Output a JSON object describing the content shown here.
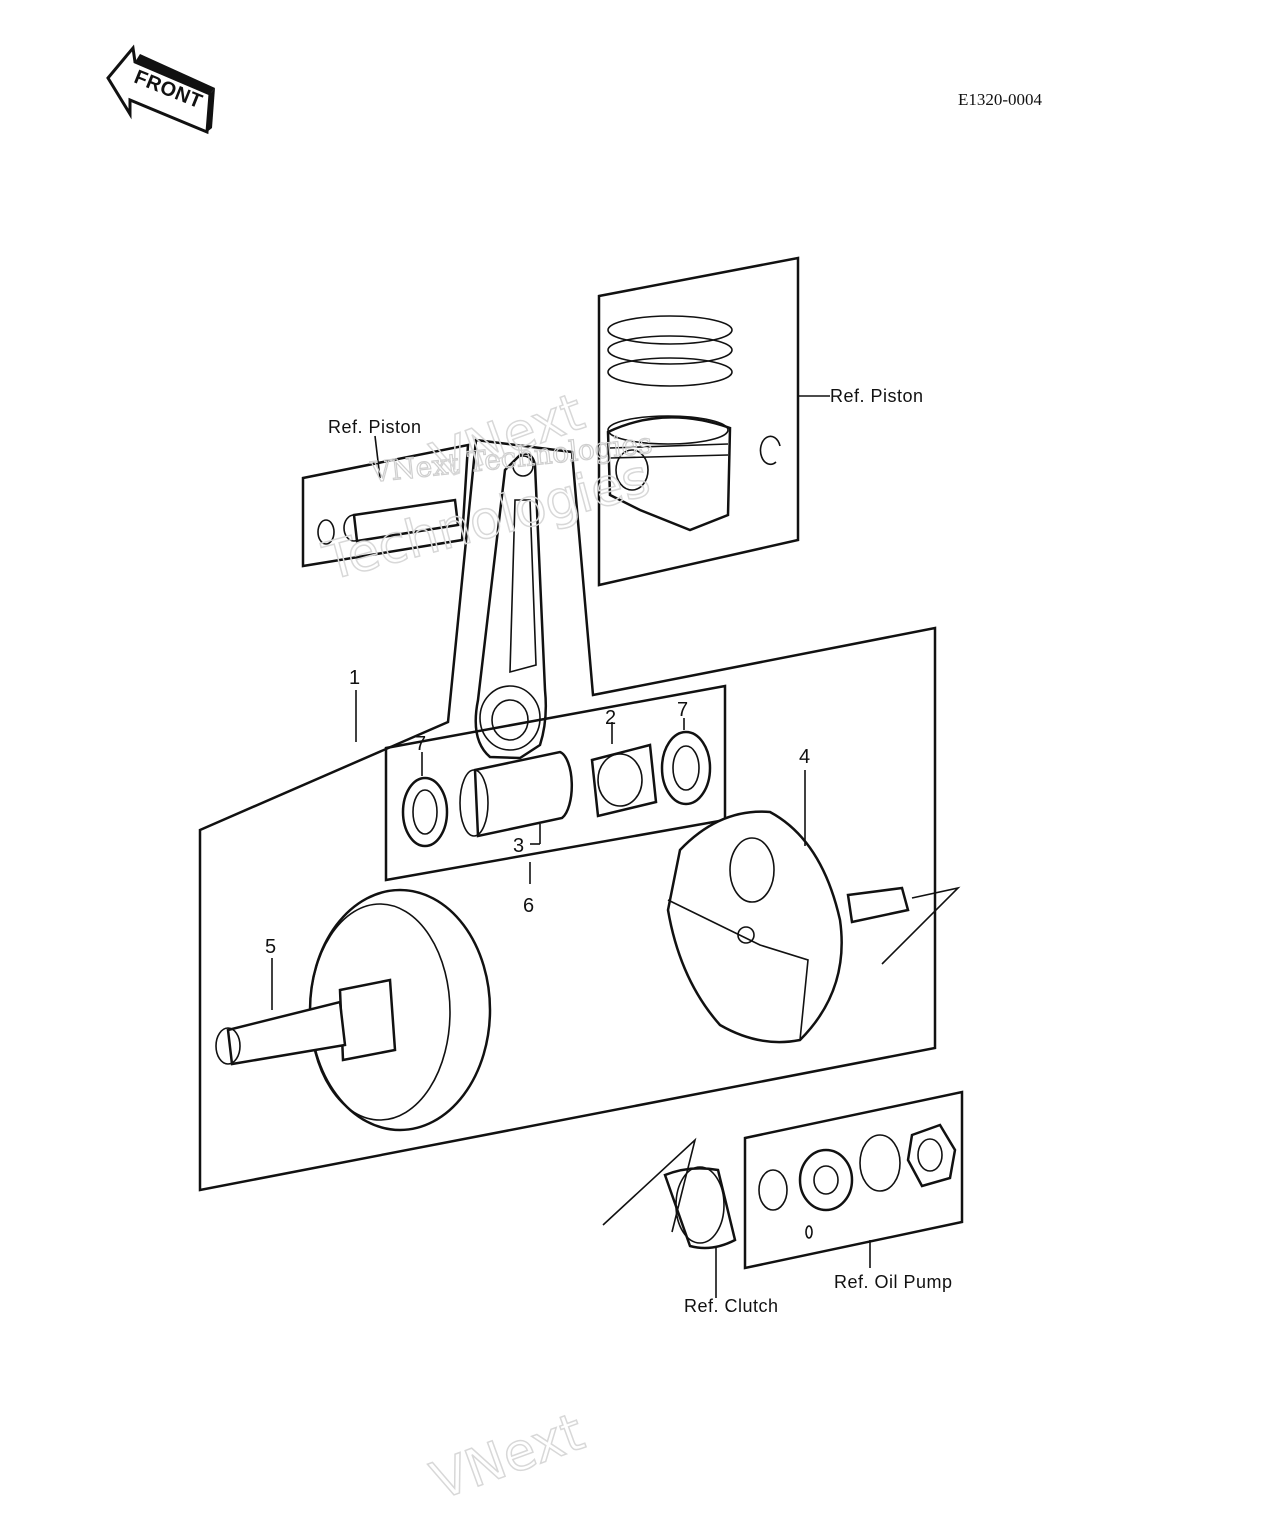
{
  "diagram_code": "E1320-0004",
  "front_badge": "FRONT",
  "refs": {
    "piston_left": "Ref. Piston",
    "piston_right": "Ref. Piston",
    "clutch": "Ref. Clutch",
    "oil_pump": "Ref. Oil Pump"
  },
  "callouts": {
    "c1": "1",
    "c2": "2",
    "c3": "3",
    "c4": "4",
    "c5": "5",
    "c6": "6",
    "c7a": "7",
    "c7b": "7"
  },
  "watermark": {
    "line1": "VNext Technologies",
    "line2": "VNext",
    "line3": "Technologies"
  }
}
